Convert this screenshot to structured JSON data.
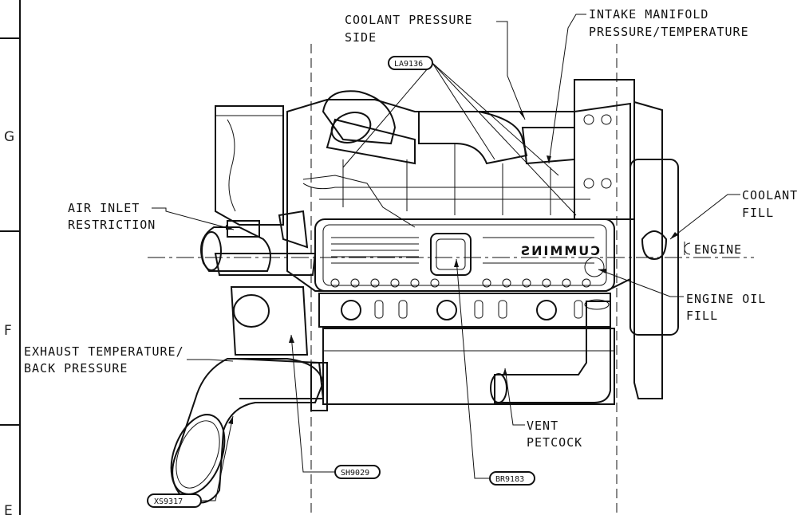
{
  "zones": {
    "g": "G",
    "f": "F",
    "e": "E"
  },
  "callouts": {
    "coolant_pressure_l1": "COOLANT PRESSURE",
    "coolant_pressure_l2": "SIDE",
    "intake_manifold_l1": "INTAKE MANIFOLD",
    "intake_manifold_l2": "PRESSURE/TEMPERATURE",
    "air_inlet_l1": "AIR INLET",
    "air_inlet_l2": "RESTRICTION",
    "coolant_fill_l1": "COOLANT",
    "coolant_fill_l2": "FILL",
    "engine_centerline": "ENGINE",
    "engine_oil_l1": "ENGINE OIL",
    "engine_oil_l2": "FILL",
    "exhaust_l1": "EXHAUST TEMPERATURE/",
    "exhaust_l2": "BACK PRESSURE",
    "vent_l1": "VENT",
    "vent_l2": "PETCOCK"
  },
  "refs": {
    "la9136": "LA9136",
    "sh9029": "SH9029",
    "br9183": "BR9183",
    "xs9317": "XS9317"
  },
  "logo": "CUMMINS"
}
